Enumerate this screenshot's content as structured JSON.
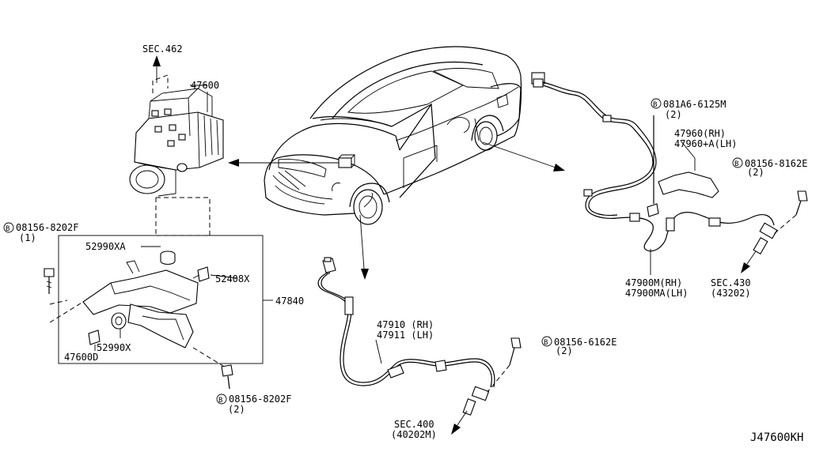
{
  "diagram_id": "J47600KH",
  "labels": {
    "sec462": "SEC.462",
    "p47600": "47600",
    "p52990XA": "52990XA",
    "p52408X": "52408X",
    "p47840": "47840",
    "p52990X": "52990X",
    "p47600D": "47600D",
    "bolt_8202F_top": "08156-8202F",
    "bolt_8202F_top_qty": "(1)",
    "bolt_8202F_bot": "08156-8202F",
    "bolt_8202F_bot_qty": "(2)",
    "bolt_6125M": "081A6-6125M",
    "bolt_6125M_qty": "(2)",
    "p47960_rh": "47960(RH)",
    "p47960_lh": "47960+A(LH)",
    "bolt_8162E": "08156-8162E",
    "bolt_8162E_qty": "(2)",
    "p47900_rh": "47900M(RH)",
    "p47900_lh": "47900MA(LH)",
    "sec430": "SEC.430",
    "sec430_sub": "(43202)",
    "p47910_rh": "47910 (RH)",
    "p47911_lh": "47911 (LH)",
    "bolt_6162E": "08156-6162E",
    "bolt_6162E_qty": "(2)",
    "sec400": "SEC.400",
    "sec400_sub": "(40202M)"
  },
  "bolt_marker": "B"
}
